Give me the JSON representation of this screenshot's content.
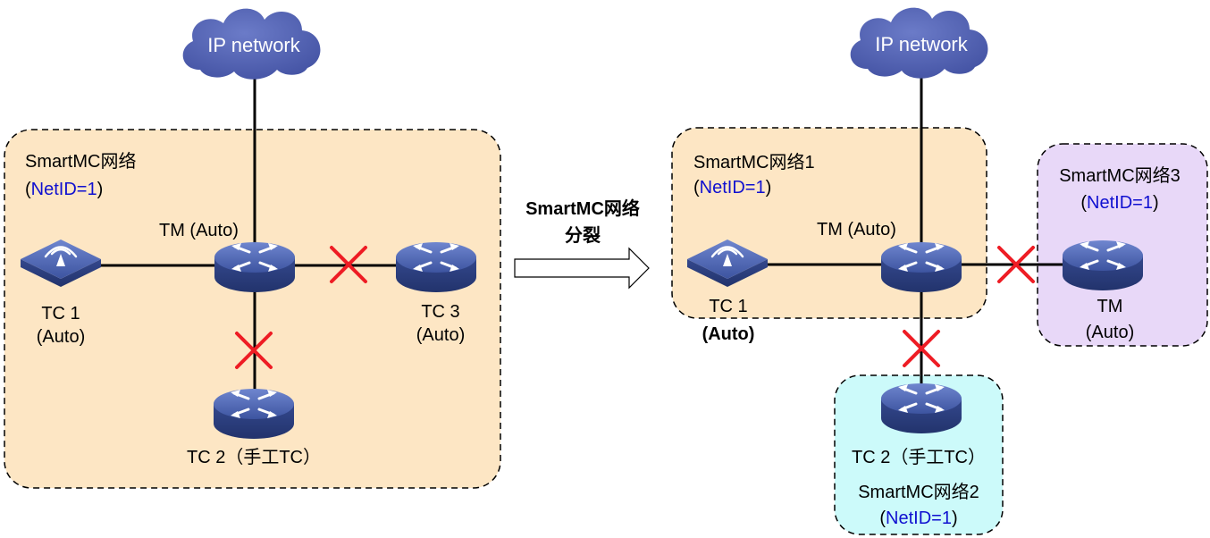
{
  "left": {
    "cloud_label": "IP network",
    "region": {
      "name": "SmartMC网络",
      "netid": "NetID=1"
    },
    "tm": {
      "label": "TM (Auto)"
    },
    "tc1": {
      "line1": "TC 1",
      "line2": "(Auto)"
    },
    "tc2": {
      "label": "TC 2（手工TC）"
    },
    "tc3": {
      "line1": "TC 3",
      "line2": "(Auto)"
    }
  },
  "arrow": {
    "line1": "SmartMC网络",
    "line2": "分裂"
  },
  "right": {
    "cloud_label": "IP network",
    "region1": {
      "name": "SmartMC网络1",
      "netid": "NetID=1"
    },
    "region2": {
      "name": "SmartMC网络2",
      "netid": "NetID=1"
    },
    "region3": {
      "name": "SmartMC网络3",
      "netid": "NetID=1"
    },
    "tm": {
      "label": "TM (Auto)"
    },
    "tc1": {
      "line1": "TC 1",
      "line2": "(Auto)"
    },
    "tc2": {
      "label": "TC 2（手工TC）"
    },
    "tm2": {
      "line1": "TM",
      "line2": "(Auto)"
    }
  },
  "colors": {
    "region_orange": "#fde6c4",
    "region_purple": "#e8d8f8",
    "region_cyan": "#ccfafa",
    "cloud": "#4d5cb0",
    "device": "#4b63b0",
    "cross": "#ee1c24",
    "netid_text": "#1010d0"
  },
  "icons": [
    "cloud-icon",
    "switch-icon",
    "access-point-icon",
    "cross-icon",
    "arrow-icon"
  ]
}
